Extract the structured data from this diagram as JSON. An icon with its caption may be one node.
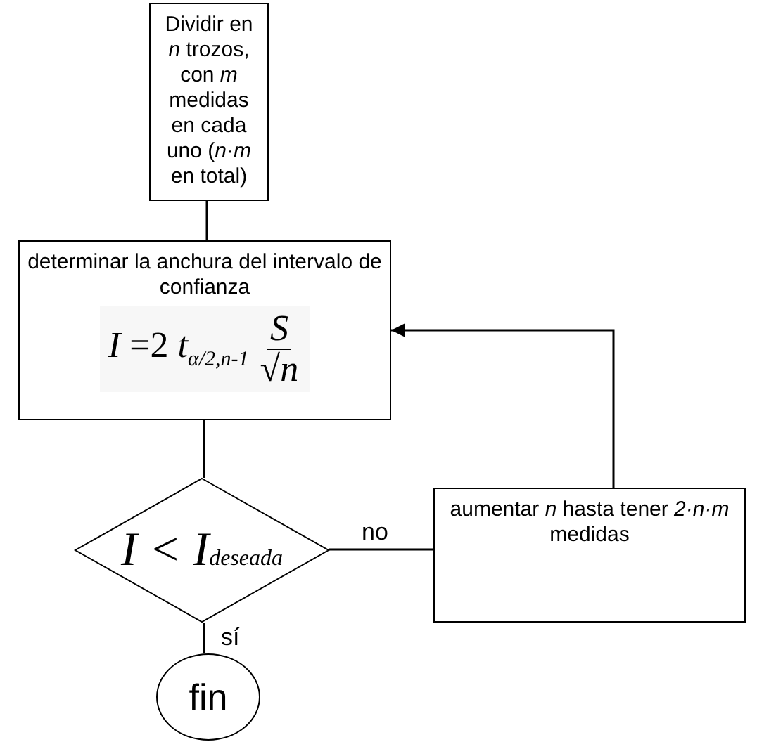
{
  "diagram": {
    "nodes": [
      {
        "text": [
          "Dividir en *n* trozos, con *m* medidas en cada uno (*n*·*m* en total)"
        ]
      },
      {
        "text": [
          "determinar la anchura del intervalo de confianza",
          "*I* =2 *t*$_{α/2,n-1}$",
          "S",
          "√*n*"
        ]
      },
      {
        "text": [
          "I < I$_{deseada}$"
        ]
      },
      {
        "text": [
          "aumentar *n* hasta tener *2·n·m* medidas"
        ]
      },
      {
        "text": [
          "fin"
        ]
      }
    ],
    "edges": [
      {
        "from": 0,
        "to": 1,
        "arrow": "none"
      },
      {
        "from": 1,
        "to": 2,
        "arrow": "none"
      },
      {
        "from": 2,
        "to": 3,
        "arrow": "none",
        "label": "no"
      },
      {
        "from": 3,
        "to": 1,
        "arrow": "to"
      },
      {
        "from": 2,
        "to": 4,
        "arrow": "none",
        "label": "sí"
      }
    ]
  }
}
